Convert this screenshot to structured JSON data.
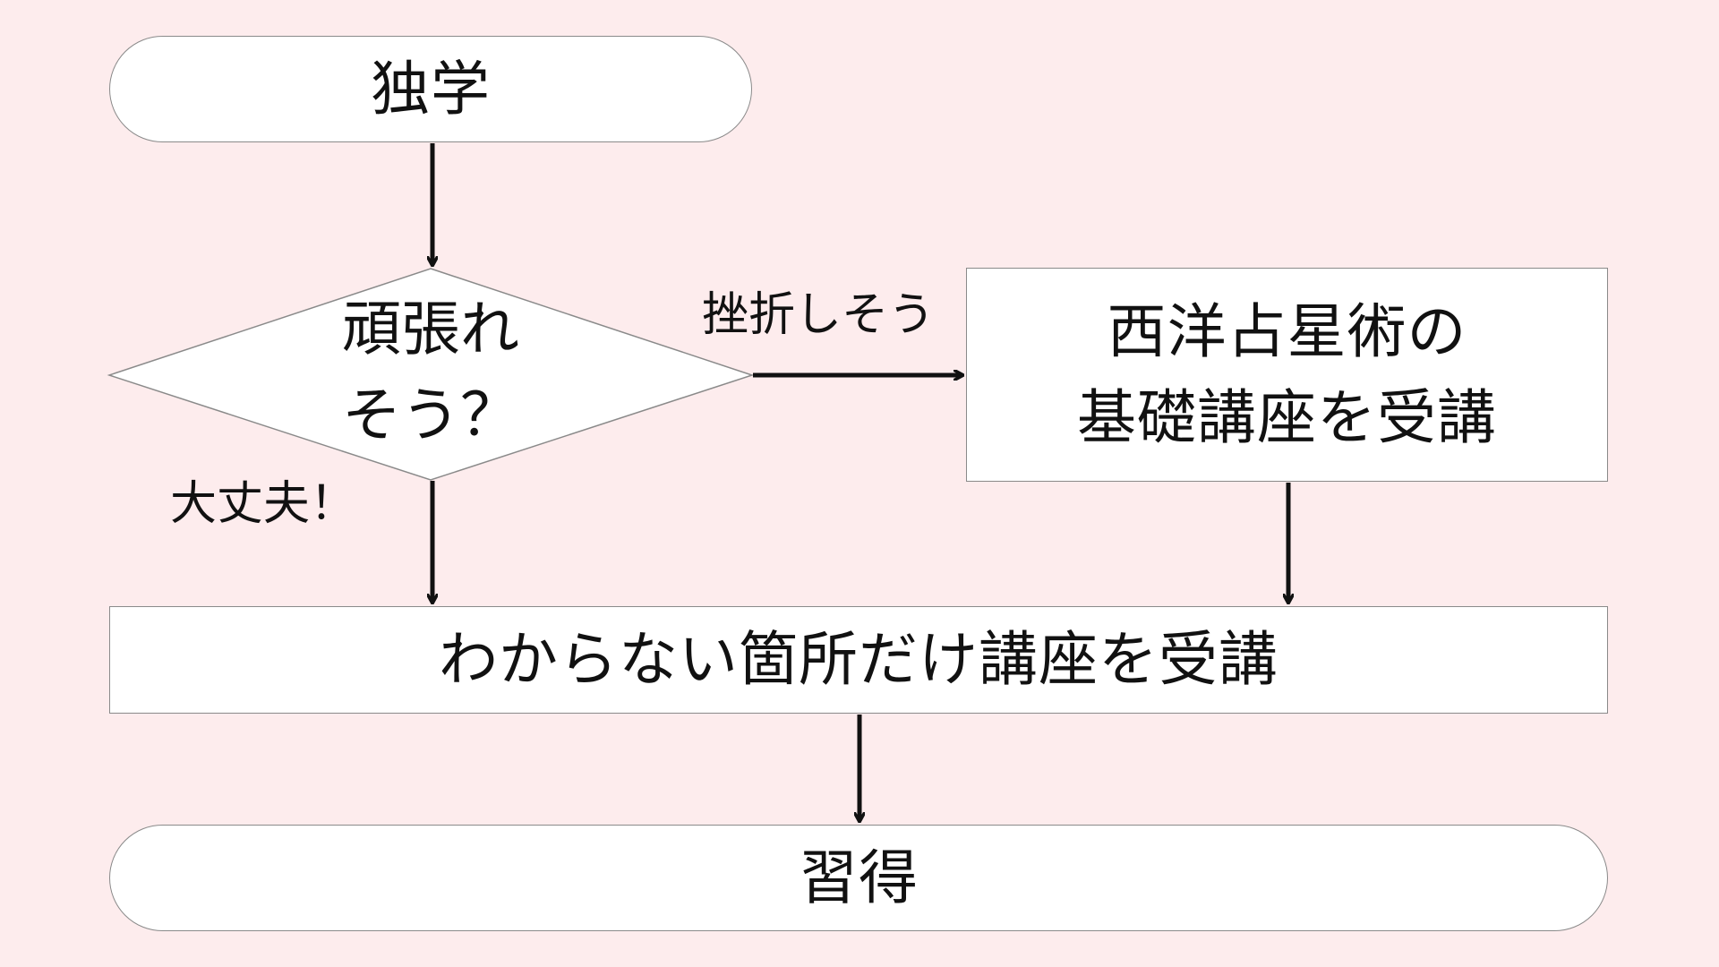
{
  "flowchart": {
    "start": {
      "label": "独学"
    },
    "decision": {
      "label": "頑張れ\nそう？"
    },
    "branch_yes": {
      "label": "大丈夫！"
    },
    "branch_no": {
      "label": "挫折しそう"
    },
    "basic_course": {
      "label": "西洋占星術の\n基礎講座を受講"
    },
    "partial_course": {
      "label": "わからない箇所だけ講座を受講"
    },
    "end": {
      "label": "習得"
    }
  },
  "colors": {
    "background": "#fdeced",
    "node_fill": "#ffffff",
    "node_border": "#8a8a8a",
    "arrow": "#111111"
  }
}
